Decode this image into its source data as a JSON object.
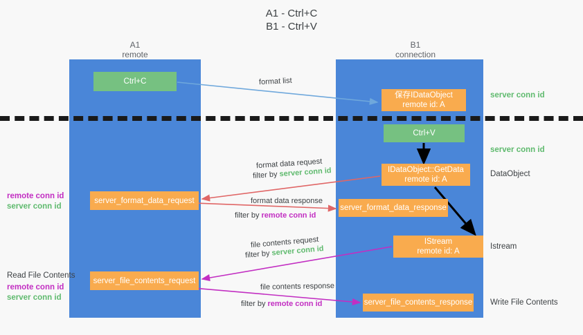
{
  "title": "A1 - Ctrl+C\nB1 - Ctrl+V",
  "columns": {
    "left": "A1\nremote",
    "right": "B1\nconnection"
  },
  "colors": {
    "lane": "#4a86d8",
    "green_box": "#76c181",
    "orange_box": "#f9ab4e",
    "server_conn_id": "#5fba6e",
    "remote_conn_id": "#c22ec2",
    "arrow_format_list": "#6fa8dc",
    "arrow_format_data": "#e06666",
    "arrow_file_contents": "#c22ec2",
    "arrow_internal": "#000000",
    "divider": "#1a1a1a"
  },
  "nodes": {
    "ctrl_c": "Ctrl+C",
    "save_idataobject": "保存IDataObject\nremote id: A",
    "ctrl_v": "Ctrl+V",
    "idataobject_getdata": "IDataObject::GetData\nremote id: A",
    "server_format_data_request": "server_format_data_request",
    "server_format_data_response": "server_format_data_response",
    "istream": "IStream\nremote id: A",
    "server_file_contents_request": "server_file_contents_request",
    "server_file_contents_response": "server_file_contents_response"
  },
  "right_labels": {
    "server_conn_id_top": "server conn id",
    "server_conn_id_mid": "server conn id",
    "dataobject": "DataObject",
    "istream": "Istream",
    "write_file_contents": "Write File Contents"
  },
  "left_labels": {
    "remote_conn_id_1": "remote conn id",
    "server_conn_id_1": "server conn id",
    "read_file_contents": "Read File Contents",
    "remote_conn_id_2": "remote conn id",
    "server_conn_id_2": "server conn id"
  },
  "flow_labels": {
    "format_list": "format list",
    "format_data_request": "format data request",
    "format_data_request_filter_prefix": "filter by ",
    "format_data_request_filter_value": "server conn id",
    "format_data_response": "format data response",
    "format_data_response_filter_prefix": "filter by ",
    "format_data_response_filter_value": "remote conn id",
    "file_contents_request": "file contents request",
    "file_contents_request_filter_prefix": "filter by ",
    "file_contents_request_filter_value": "server conn id",
    "file_contents_response": "file contents response",
    "file_contents_response_filter_prefix": "filter by ",
    "file_contents_response_filter_value": "remote conn id"
  }
}
